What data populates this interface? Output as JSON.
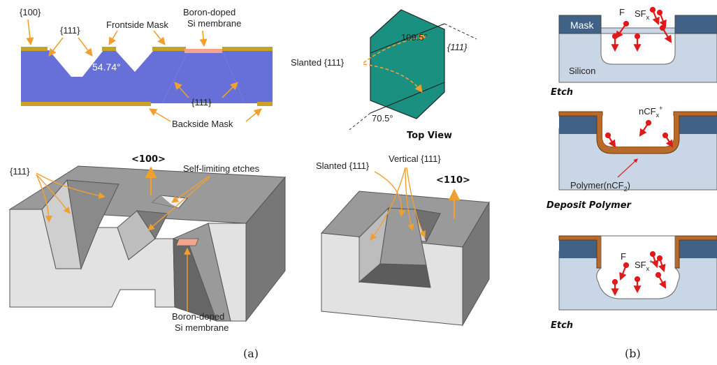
{
  "colors": {
    "silicon_blue": "#6670d8",
    "mask_gold": "#c9a227",
    "membrane_pink": "#f2a48c",
    "arrow_orange": "#f0a030",
    "hex_teal": "#1a9080",
    "block_top": "#9a9a9a",
    "block_front": "#e2e2e2",
    "block_side": "#777777",
    "mask_slate": "#3f6286",
    "silicon_light": "#c8d6e6",
    "polymer_brown": "#b96a2a",
    "ion_red": "#e01a1a"
  },
  "cross_section": {
    "label_100": "{100}",
    "label_111_top": "{111}",
    "frontside_mask": "Frontside Mask",
    "membrane_line1": "Boron-doped",
    "membrane_line2": "Si membrane",
    "angle": "54.74°",
    "label_111_bottom": "{111}",
    "backside_mask": "Backside Mask"
  },
  "top_view": {
    "angle_top": "109.5°",
    "label_111": "{111}",
    "slanted": "Slanted {111}",
    "angle_bottom": "70.5°",
    "title": "Top View"
  },
  "block_100": {
    "label_111": "{111}",
    "direction": "<100>",
    "self_limiting": "Self-limiting etches",
    "membrane_line1": "Boron-doped",
    "membrane_line2": "Si membrane"
  },
  "block_110": {
    "slanted": "Slanted {111}",
    "vertical": "Vertical {111}",
    "direction": "<110>"
  },
  "bosch": {
    "mask": "Mask",
    "silicon": "Silicon",
    "f_radical": "F",
    "sfx_main": "SF",
    "sfx_sub": "x",
    "sfx_sup": "+",
    "step1": "Etch",
    "ncfx_main": "nCF",
    "ncfx_sub": "x",
    "ncfx_sup": "+",
    "polymer_main": "Polymer(nCF",
    "polymer_sub": "2",
    "polymer_end": ")",
    "step2": "Deposit Polymer",
    "step3": "Etch"
  },
  "captions": {
    "a": "(a)",
    "b": "(b)"
  }
}
